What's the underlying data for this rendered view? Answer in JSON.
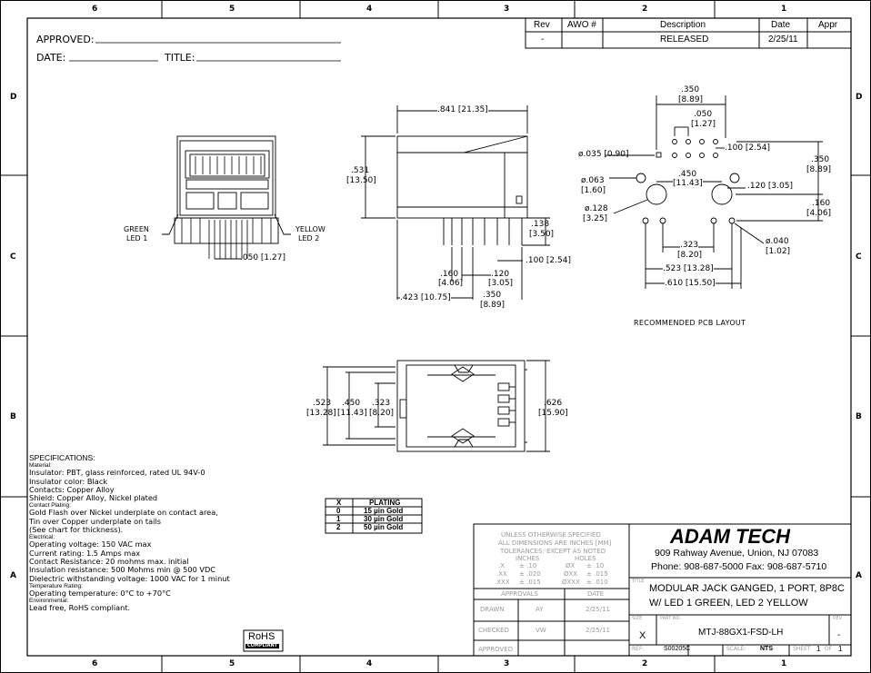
{
  "zones": {
    "columns": [
      "6",
      "5",
      "4",
      "3",
      "2",
      "1"
    ],
    "rows": [
      "D",
      "C",
      "B",
      "A"
    ]
  },
  "header": {
    "approved_label": "APPROVED:",
    "date_label": "DATE:",
    "title_label": "TITLE:"
  },
  "revision_block": {
    "headers": [
      "Rev",
      "AWO #",
      "Description",
      "Date",
      "Appr"
    ],
    "row": [
      "-",
      "",
      "RELEASED",
      "2/25/11",
      ""
    ]
  },
  "front_view": {
    "green_led": [
      "GREEN",
      "LED 1"
    ],
    "yellow_led": [
      "YELLOW",
      "LED 2"
    ],
    "pitch": ".050 [1.27]"
  },
  "side_view": {
    "length": ".841 [21.35]",
    "height": [
      ".531",
      "[13.50]"
    ],
    "pin_len": [
      ".138",
      "[3.50]"
    ],
    "d100": ".100 [2.54]",
    "d160": [
      ".160",
      "[4.06]"
    ],
    "d120": [
      ".120",
      "[3.05]"
    ],
    "d350": [
      ".350",
      "[8.89]"
    ],
    "d423": ".423 [10.75]"
  },
  "pcb_layout": {
    "d350_top": [
      ".350",
      "[8.89]"
    ],
    "d050": [
      ".050",
      "[1.27]"
    ],
    "d100": ".100 [2.54]",
    "d035": "ø.035 [0.90]",
    "d350_right": [
      ".350",
      "[8.89]"
    ],
    "d063": [
      "ø.063",
      "[1.60]"
    ],
    "d450": [
      ".450",
      "[11.43]"
    ],
    "d120": ".120 [3.05]",
    "d160": [
      ".160",
      "[4.06]"
    ],
    "d128": [
      "ø.128",
      "[3.25]"
    ],
    "d040": [
      "ø.040",
      "[1.02]"
    ],
    "d323": [
      ".323",
      "[8.20]"
    ],
    "d523": ".523 [13.28]",
    "d610": ".610 [15.50]",
    "caption": "RECOMMENDED PCB LAYOUT"
  },
  "top_view": {
    "d523": [
      ".523",
      "[13.28]"
    ],
    "d450": [
      ".450",
      "[11.43]"
    ],
    "d323": [
      ".323",
      "[8.20]"
    ],
    "d626": [
      ".626",
      "[15.90]"
    ]
  },
  "specifications": [
    {
      "text": "SPECIFICATIONS:",
      "small": false
    },
    {
      "text": "Material:",
      "small": true
    },
    {
      "text": "Insulator: PBT, glass reinforced, rated UL 94V-0",
      "small": false
    },
    {
      "text": "Insulator color: Black",
      "small": false
    },
    {
      "text": "Contacts: Copper Alloy",
      "small": false
    },
    {
      "text": "Shield: Copper Alloy, Nickel plated",
      "small": false
    },
    {
      "text": "Contact Plating:",
      "small": true
    },
    {
      "text": "Gold Flash over Nickel underplate on contact area,",
      "small": false
    },
    {
      "text": "Tin over Copper underplate on tails",
      "small": false
    },
    {
      "text": "(See chart for thickness).",
      "small": false
    },
    {
      "text": "Electrical:",
      "small": true
    },
    {
      "text": "Operating voltage: 150 VAC max",
      "small": false
    },
    {
      "text": "Current rating: 1.5 Amps max",
      "small": false
    },
    {
      "text": "Contact Resistance: 20 mohms max. initial",
      "small": false
    },
    {
      "text": "Insulation resistance: 500 Mohms min @ 500 VDC",
      "small": false
    },
    {
      "text": "Dielectric withstanding voltage: 1000 VAC for 1 minut",
      "small": false
    },
    {
      "text": "Temperature Rating:",
      "small": true
    },
    {
      "text": "Operating temperature: 0°C to +70°C",
      "small": false
    },
    {
      "text": "Environmental:",
      "small": true
    },
    {
      "text": "Lead free, RoHS compliant.",
      "small": false
    }
  ],
  "rohs": {
    "main": "RoHS",
    "sub": "COMPLIANT"
  },
  "plating_table": {
    "headers": [
      "X",
      "PLATING"
    ],
    "rows": [
      [
        "0",
        "15 µin Gold"
      ],
      [
        "1",
        "30 µin Gold"
      ],
      [
        "2",
        "50 µin Gold"
      ]
    ]
  },
  "tolerance": {
    "lines": [
      "UNLESS OTHERWISE SPECIFIED",
      "ALL DIMENSIONS ARE INCHES [MM]",
      "TOLERANCES: EXCEPT AS NOTED"
    ],
    "sub": [
      "INCHES",
      "HOLES"
    ],
    "rows": [
      [
        ".X",
        "± .10",
        "ØX",
        "± .10"
      ],
      [
        ".XX",
        "± .020",
        "ØXX",
        "± .015"
      ],
      [
        ".XXX",
        "± .015",
        "ØXXX",
        "± .010"
      ]
    ]
  },
  "approvals": {
    "header": [
      "APPROVALS",
      "DATE"
    ],
    "rows": [
      [
        "DRAWN",
        "AY",
        "2/25/11"
      ],
      [
        "CHECKED",
        "VW",
        "2/25/11"
      ],
      [
        "APPROVED",
        "",
        ""
      ]
    ]
  },
  "company": {
    "name": "ADAM TECH",
    "address": "909 Rahway Avenue, Union, NJ 07083",
    "phone": "Phone: 908-687-5000 Fax: 908-687-5710"
  },
  "title_block": {
    "title_label": "TITLE",
    "title_lines": [
      "MODULAR JACK GANGED, 1 PORT, 8P8C",
      "W/ LED 1 GREEN, LED 2 YELLOW"
    ],
    "size_label": "SIZE",
    "size": "X",
    "part_label": "PART NO.",
    "part_no": "MTJ-88GX1-FSD-LH",
    "rev_label": "REV.",
    "rev": "-",
    "ref_label": "REF:",
    "ref": "S00205C",
    "scale_label": "SCALE:",
    "scale": "NTS",
    "sheet_label": "SHEET",
    "sheet": "1",
    "of_label": "OF",
    "of": "1"
  }
}
